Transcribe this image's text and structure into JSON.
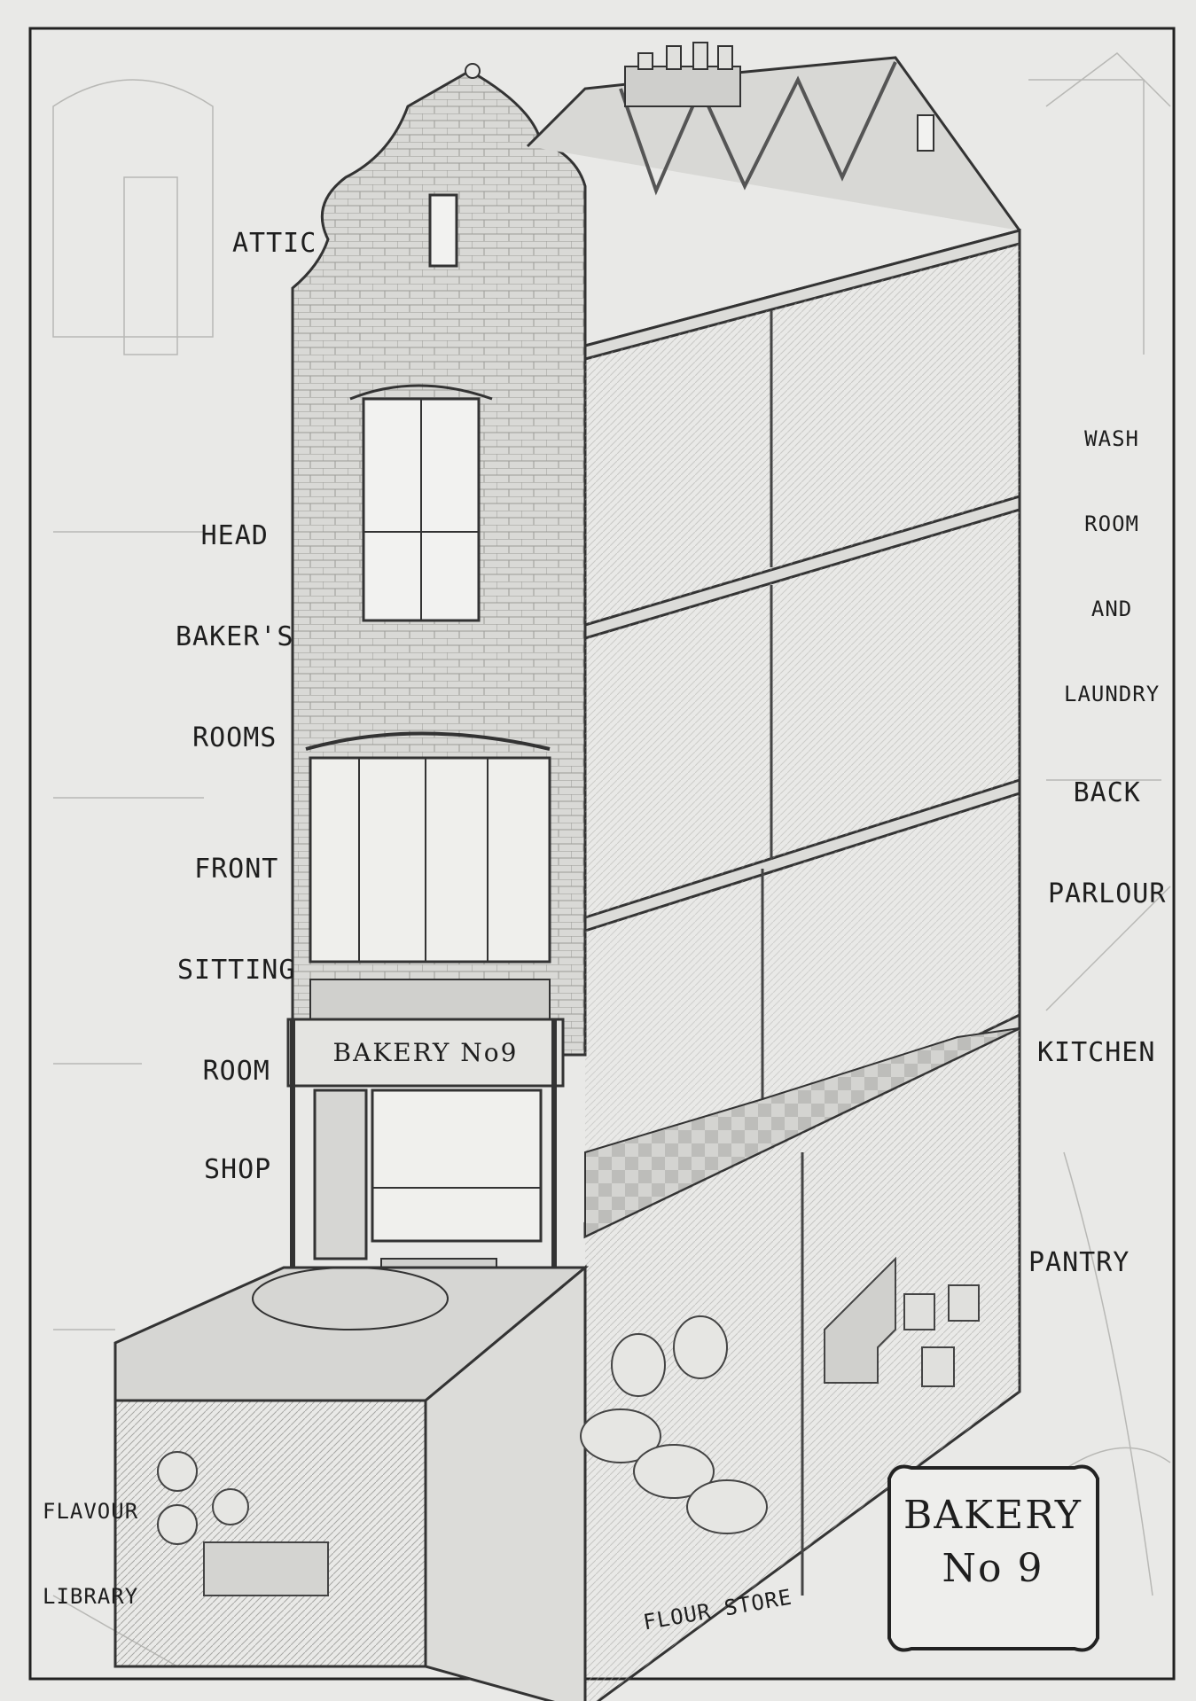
{
  "labels": {
    "attic": [
      "ATTIC"
    ],
    "head_bakers_rooms": [
      "HEAD",
      "BAKER'S",
      "ROOMS"
    ],
    "front_sitting_room": [
      "FRONT",
      "SITTING",
      "ROOM"
    ],
    "shop": [
      "SHOP"
    ],
    "flavour_library": [
      "FLAVOUR",
      "LIBRARY"
    ],
    "flour_store": [
      "FLOUR STORE"
    ],
    "wash_room": [
      "WASH",
      "ROOM",
      "AND",
      "LAUNDRY"
    ],
    "back_parlour": [
      "BACK",
      "PARLOUR"
    ],
    "kitchen": [
      "KITCHEN"
    ],
    "pantry": [
      "PANTRY"
    ]
  },
  "shop_sign": "BAKERY No9",
  "title_plaque": [
    "BAKERY",
    "No 9"
  ],
  "colors": {
    "paper": "#e9e9e7",
    "ink": "#2a2a2a",
    "pencil": "#7a7a78",
    "shade": "#cfcfcc"
  }
}
